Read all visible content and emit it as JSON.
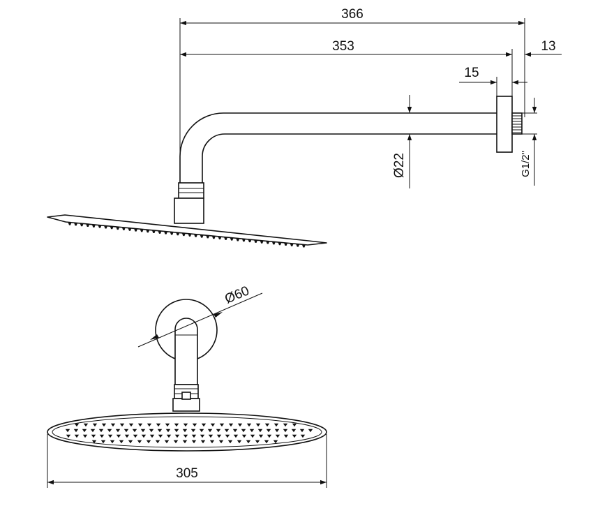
{
  "dimensions": {
    "overall_length": "366",
    "arm_length": "353",
    "flange_offset": "13",
    "flange_thickness": "15",
    "arm_diameter": "Ø22",
    "thread": "G1/2\"",
    "flange_diameter": "Ø60",
    "head_diameter": "305"
  },
  "colors": {
    "line": "#111111",
    "background": "#ffffff"
  }
}
